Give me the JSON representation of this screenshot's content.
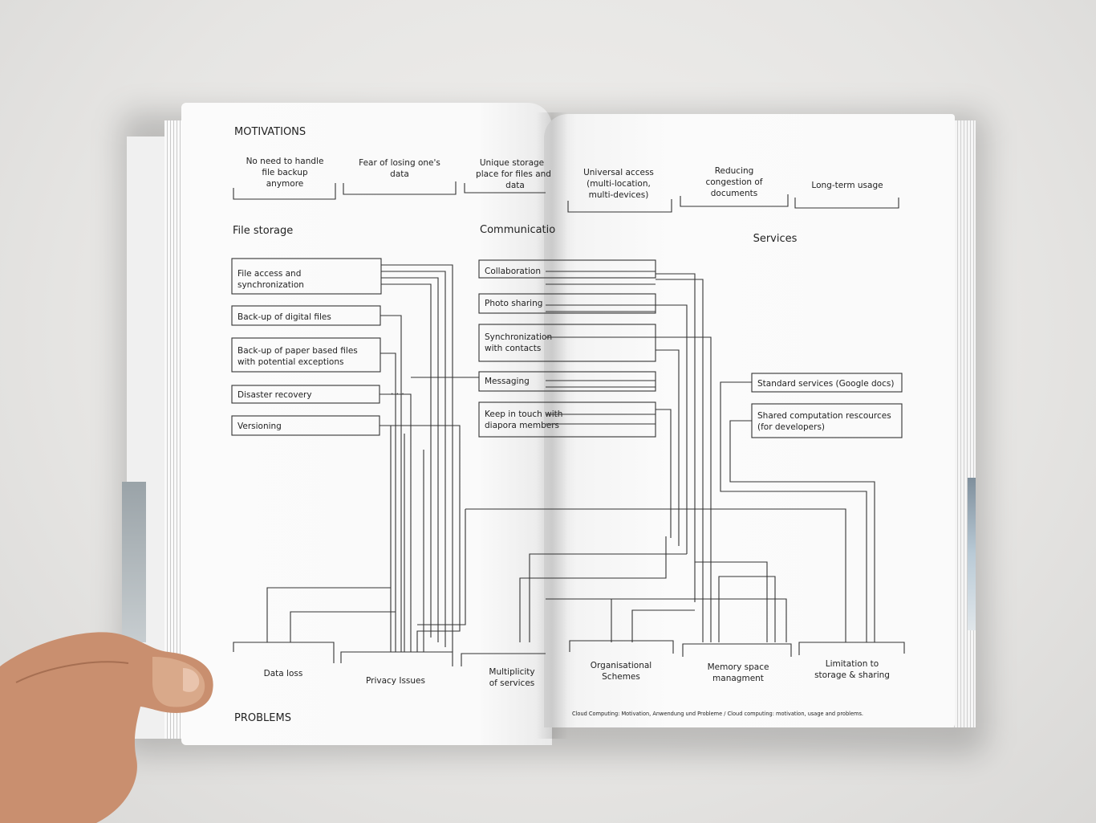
{
  "left_page": {
    "motivations_heading": "MOTIVATIONS",
    "motivations": [
      [
        "No need to handle",
        "file backup",
        "anymore"
      ],
      [
        "Fear of losing one's",
        "data"
      ],
      [
        "Unique storage",
        "place for files and",
        "data"
      ]
    ],
    "file_storage_heading": "File storage",
    "communication_heading": "Communicatio",
    "file_storage_items": [
      [
        "File access and",
        "synchronization"
      ],
      [
        "Back-up of digital files"
      ],
      [
        "Back-up of paper based files",
        "with potential exceptions"
      ],
      [
        "Disaster recovery"
      ],
      [
        "Versioning"
      ]
    ],
    "communication_items": [
      [
        "Collaboration"
      ],
      [
        "Photo sharing"
      ],
      [
        "Synchronization",
        "with contacts"
      ],
      [
        "Messaging"
      ],
      [
        "Keep in touch with",
        "diapora members"
      ]
    ],
    "problems": [
      [
        "Data loss"
      ],
      [
        "Privacy Issues"
      ],
      [
        "Multiplicity",
        "of services"
      ]
    ],
    "problems_heading": "PROBLEMS"
  },
  "right_page": {
    "motivations": [
      [
        "Universal access",
        "(multi-location,",
        "multi-devices)"
      ],
      [
        "Reducing",
        "congestion of",
        "documents"
      ],
      [
        "Long-term usage"
      ]
    ],
    "services_heading": "Services",
    "services_items": [
      [
        "Standard services (Google docs)"
      ],
      [
        "Shared computation rescources",
        "(for developers)"
      ]
    ],
    "problems": [
      [
        "Organisational",
        "Schemes"
      ],
      [
        "Memory space",
        "managment"
      ],
      [
        "Limitation to",
        "storage  & sharing"
      ]
    ],
    "footer": "Cloud Computing: Motivation, Anwendung und Probleme / Cloud computing: motivation, usage and problems."
  },
  "colors": {
    "ink": "#222222",
    "paper": "#fafafa",
    "background": "#e9e8e6"
  }
}
